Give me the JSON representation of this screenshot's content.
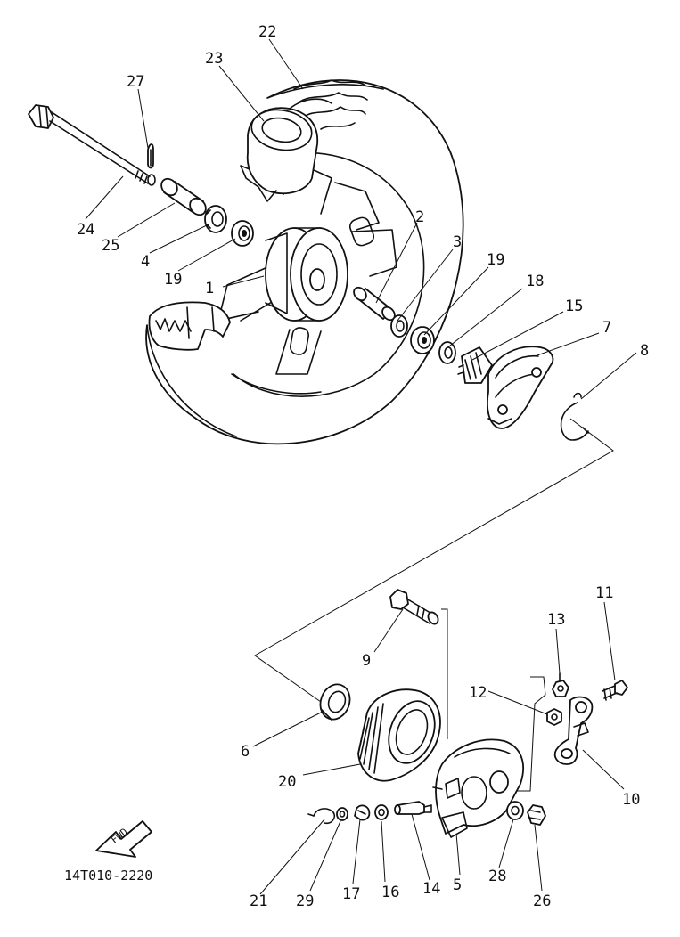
{
  "diagram": {
    "code": "14T010-2220",
    "fwd_label": "FWD",
    "parts": [
      "22",
      "23",
      "27",
      "24",
      "25",
      "4",
      "19",
      "1",
      "2",
      "3",
      "19",
      "18",
      "15",
      "7",
      "8",
      "9",
      "13",
      "11",
      "12",
      "6",
      "20",
      "10",
      "21",
      "29",
      "17",
      "16",
      "14",
      "5",
      "28",
      "26"
    ]
  }
}
